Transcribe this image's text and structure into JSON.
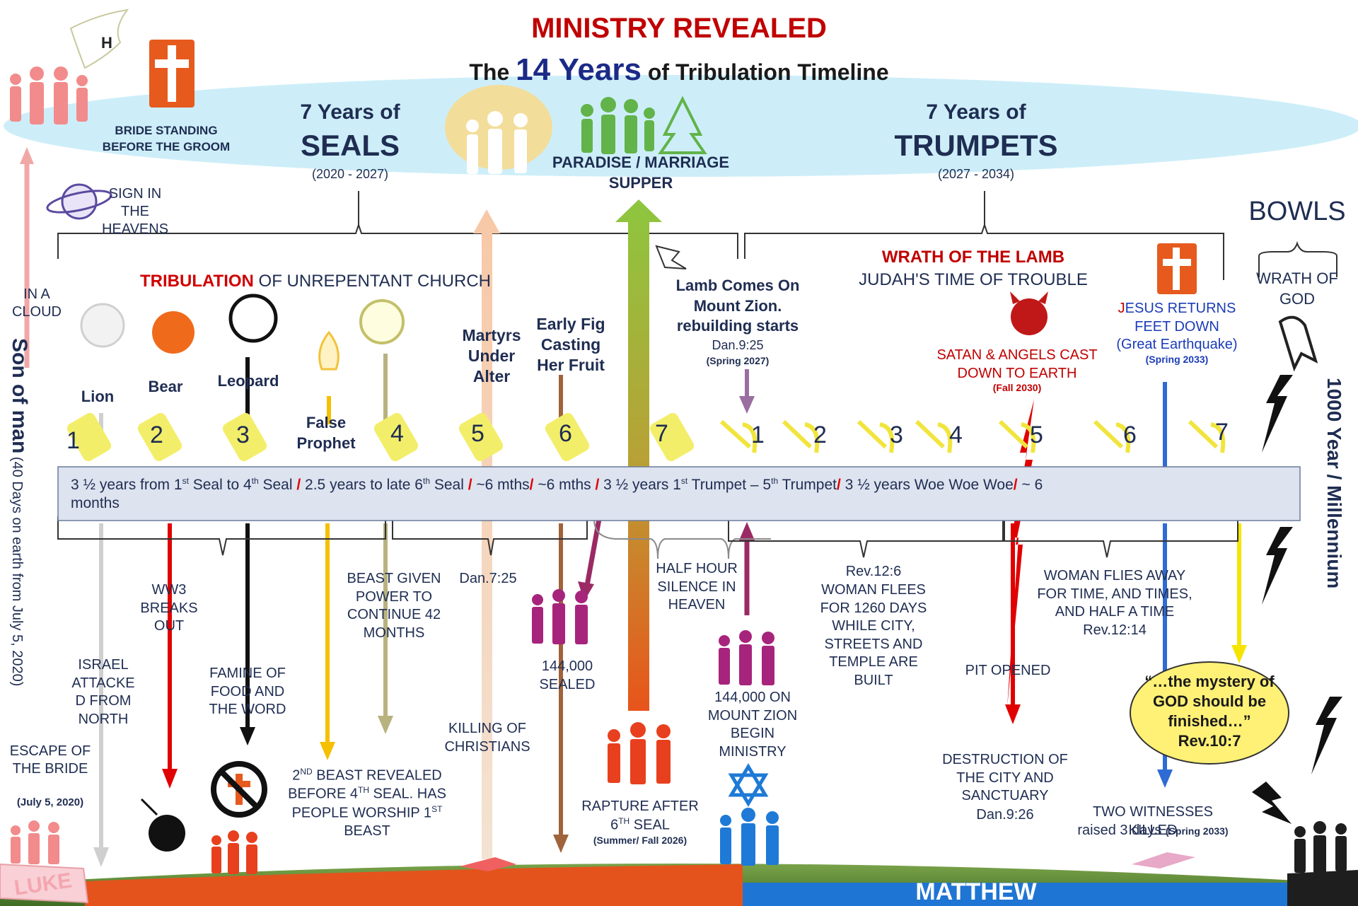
{
  "title": "MINISTRY REVEALED",
  "subtitle": {
    "pre": "The ",
    "highlight": "14 Years",
    "post": " of Tribulation Timeline"
  },
  "top": {
    "bride": "BRIDE STANDING BEFORE THE GROOM",
    "seals_pre": "7 Years of",
    "seals_title": "SEALS",
    "seals_range": "(2020 - 2027)",
    "paradise": "PARADISE / MARRIAGE SUPPER",
    "trumpets_pre": "7 Years of",
    "trumpets_title": "TRUMPETS",
    "trumpets_range": "(2027 - 2034)",
    "dove_letter": "H"
  },
  "left": {
    "sign": "SIGN IN THE HEAVENS",
    "cloud": "IN A CLOUD",
    "son_of_man": "Son of man",
    "son_note": "(40 Days on earth from July 5, 2020)",
    "escape": "ESCAPE OF THE BRIDE",
    "escape_date": "(July 5, 2020)",
    "luke": "LUKE"
  },
  "headings": {
    "trib_red": "TRIBULATION",
    "trib_rest": " OF UNREPENTANT CHURCH",
    "wrath_lamb": "WRATH OF THE LAMB",
    "judah": "JUDAH'S TIME OF TROUBLE",
    "bowls": "BOWLS",
    "wrath_god": "WRATH OF GOD",
    "millennium": "1000 Year / Millennium"
  },
  "beasts": {
    "lion": "Lion",
    "bear": "Bear",
    "leopard": "Leopard",
    "false_prophet": "False Prophet",
    "martyrs": "Martyrs Under Alter",
    "fig": "Early Fig Casting Her Fruit"
  },
  "lamb": {
    "text": "Lamb Comes On Mount Zion. rebuilding starts",
    "ref": "Dan.9:25",
    "date": "(Spring 2027)"
  },
  "satan": {
    "text": "SATAN & ANGELS CAST DOWN TO EARTH",
    "date": "(Fall 2030)"
  },
  "jesus": {
    "pre": "J",
    "rest": "ESUS RETURNS FEET DOWN",
    "eq": "(Great Earthquake)",
    "date": "(Spring 2033)"
  },
  "seal_numbers": [
    "1",
    "2",
    "3",
    "4",
    "5",
    "6",
    "7"
  ],
  "trumpet_numbers": [
    "1",
    "2",
    "3",
    "4",
    "5",
    "6",
    "7"
  ],
  "band": {
    "seg1": "3 ½ years  from  1",
    "sup_st": "st",
    "seg1b": " Seal to  4",
    "sup_th": "th",
    "seg1c": " Seal ",
    "seg2": " 2.5 years to late 6",
    "seg2b": " Seal ",
    "seg3": " ~6 mths",
    "seg4": " ~6 mths ",
    "seg5": " 3 ½ years 1",
    "seg5b": " Trumpet – 5",
    "seg5c": " Trumpet",
    "seg6": " 3 ½ years Woe Woe Woe",
    "seg7": " ~ 6",
    "line2": "months",
    "slash": "/"
  },
  "lower": {
    "ww3": "WW3 BREAKS OUT",
    "beast_given": "BEAST GIVEN POWER TO CONTINUE 42 MONTHS",
    "dan725": "Dan.7:25",
    "half_hour": "HALF HOUR SILENCE IN HEAVEN",
    "rev126": "Rev.12:6",
    "woman_flees": "WOMAN FLEES FOR 1260 DAYS WHILE CITY, STREETS AND TEMPLE ARE BUILT",
    "woman_flies": "WOMAN FLIES AWAY FOR TIME, AND TIMES, AND HALF A TIME Rev.12:14",
    "israel": "ISRAEL ATTACKE D FROM NORTH",
    "famine": "FAMINE OF FOOD AND THE WORD",
    "sealed": "144,000 SEALED",
    "zion": "144,000 ON MOUNT ZION BEGIN MINISTRY",
    "pit": "PIT OPENED",
    "mystery": "“…the mystery of GOD should be finished…” Rev.10:7",
    "second_beast_a": "2",
    "second_beast_sup": "ND",
    "second_beast_b": " BEAST REVEALED BEFORE 4",
    "second_beast_sup2": "TH",
    "second_beast_c": " SEAL. HAS PEOPLE WORSHIP 1",
    "second_beast_sup3": "ST",
    "second_beast_d": " BEAST",
    "killing": "KILLING OF CHRISTIANS",
    "rapture_a": "RAPTURE AFTER 6",
    "rapture_sup": "TH",
    "rapture_b": " SEAL",
    "rapture_date": "(Summer/ Fall 2026)",
    "destruction": "DESTRUCTION OF THE CITY AND SANCTUARY",
    "dan926": "Dan.9:26",
    "two_witnesses": "TWO WITNESSES KILLED",
    "raised": "raised 3 days ",
    "raised_date": "(Spring 2033)"
  },
  "bottom": {
    "matthew": "MATTHEW"
  },
  "colors": {
    "red": "#c00000",
    "navy": "#1f2d52",
    "ellipse": "#cdeef9",
    "band": "#dde3ef",
    "green": "#5d8f3a",
    "blue": "#1f6fd1",
    "yellow": "#fff176"
  }
}
